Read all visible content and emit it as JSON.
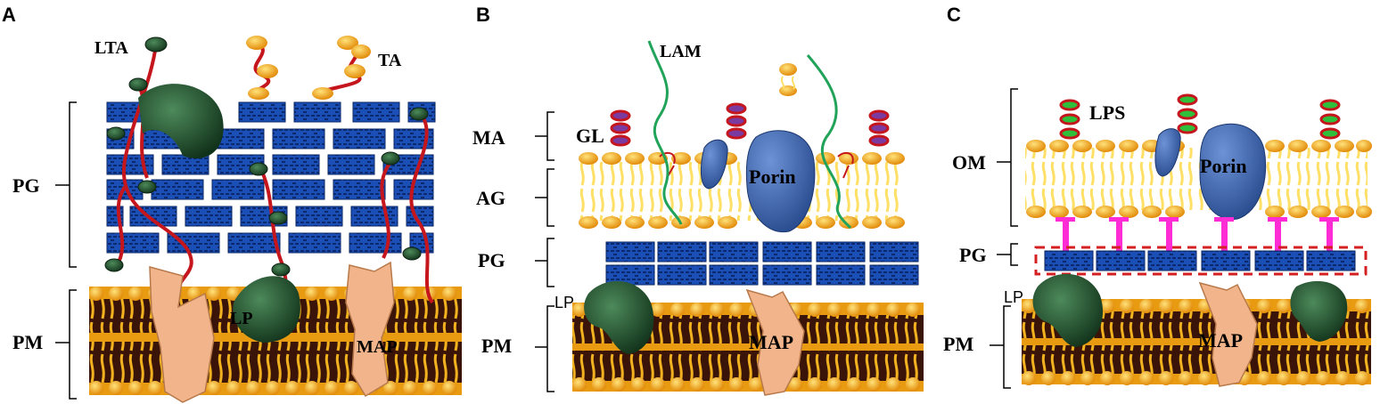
{
  "panels": {
    "a": {
      "letter": "A",
      "labels": {
        "lta": "LTA",
        "ta": "TA",
        "pg": "PG",
        "pm": "PM",
        "lp": "LP",
        "map": "MAP"
      }
    },
    "b": {
      "letter": "B",
      "labels": {
        "lam": "LAM",
        "ma": "MA",
        "gl": "GL",
        "ag": "AG",
        "porin": "Porin",
        "pg": "PG",
        "lp": "LP",
        "pm": "PM",
        "map": "MAP"
      }
    },
    "c": {
      "letter": "C",
      "labels": {
        "lps": "LPS",
        "om": "OM",
        "porin": "Porin",
        "pg": "PG",
        "lp": "LP",
        "pm": "PM",
        "map": "MAP"
      }
    }
  },
  "colors": {
    "brick": "#1b4fb5",
    "brick_dark": "#0b2a6e",
    "membrane_dark": "#3a1408",
    "lipid_head": "#f2a11a",
    "lipid_tail": "#ffd43a",
    "chain": "#c4161c",
    "lp_protein": "#1f4d2b",
    "map_protein": "#f2b48a",
    "porin": "#3b67b0",
    "lam_strand": "#22a35a",
    "link_magenta": "#ff2cd6",
    "dashed_box": "#d42020"
  }
}
